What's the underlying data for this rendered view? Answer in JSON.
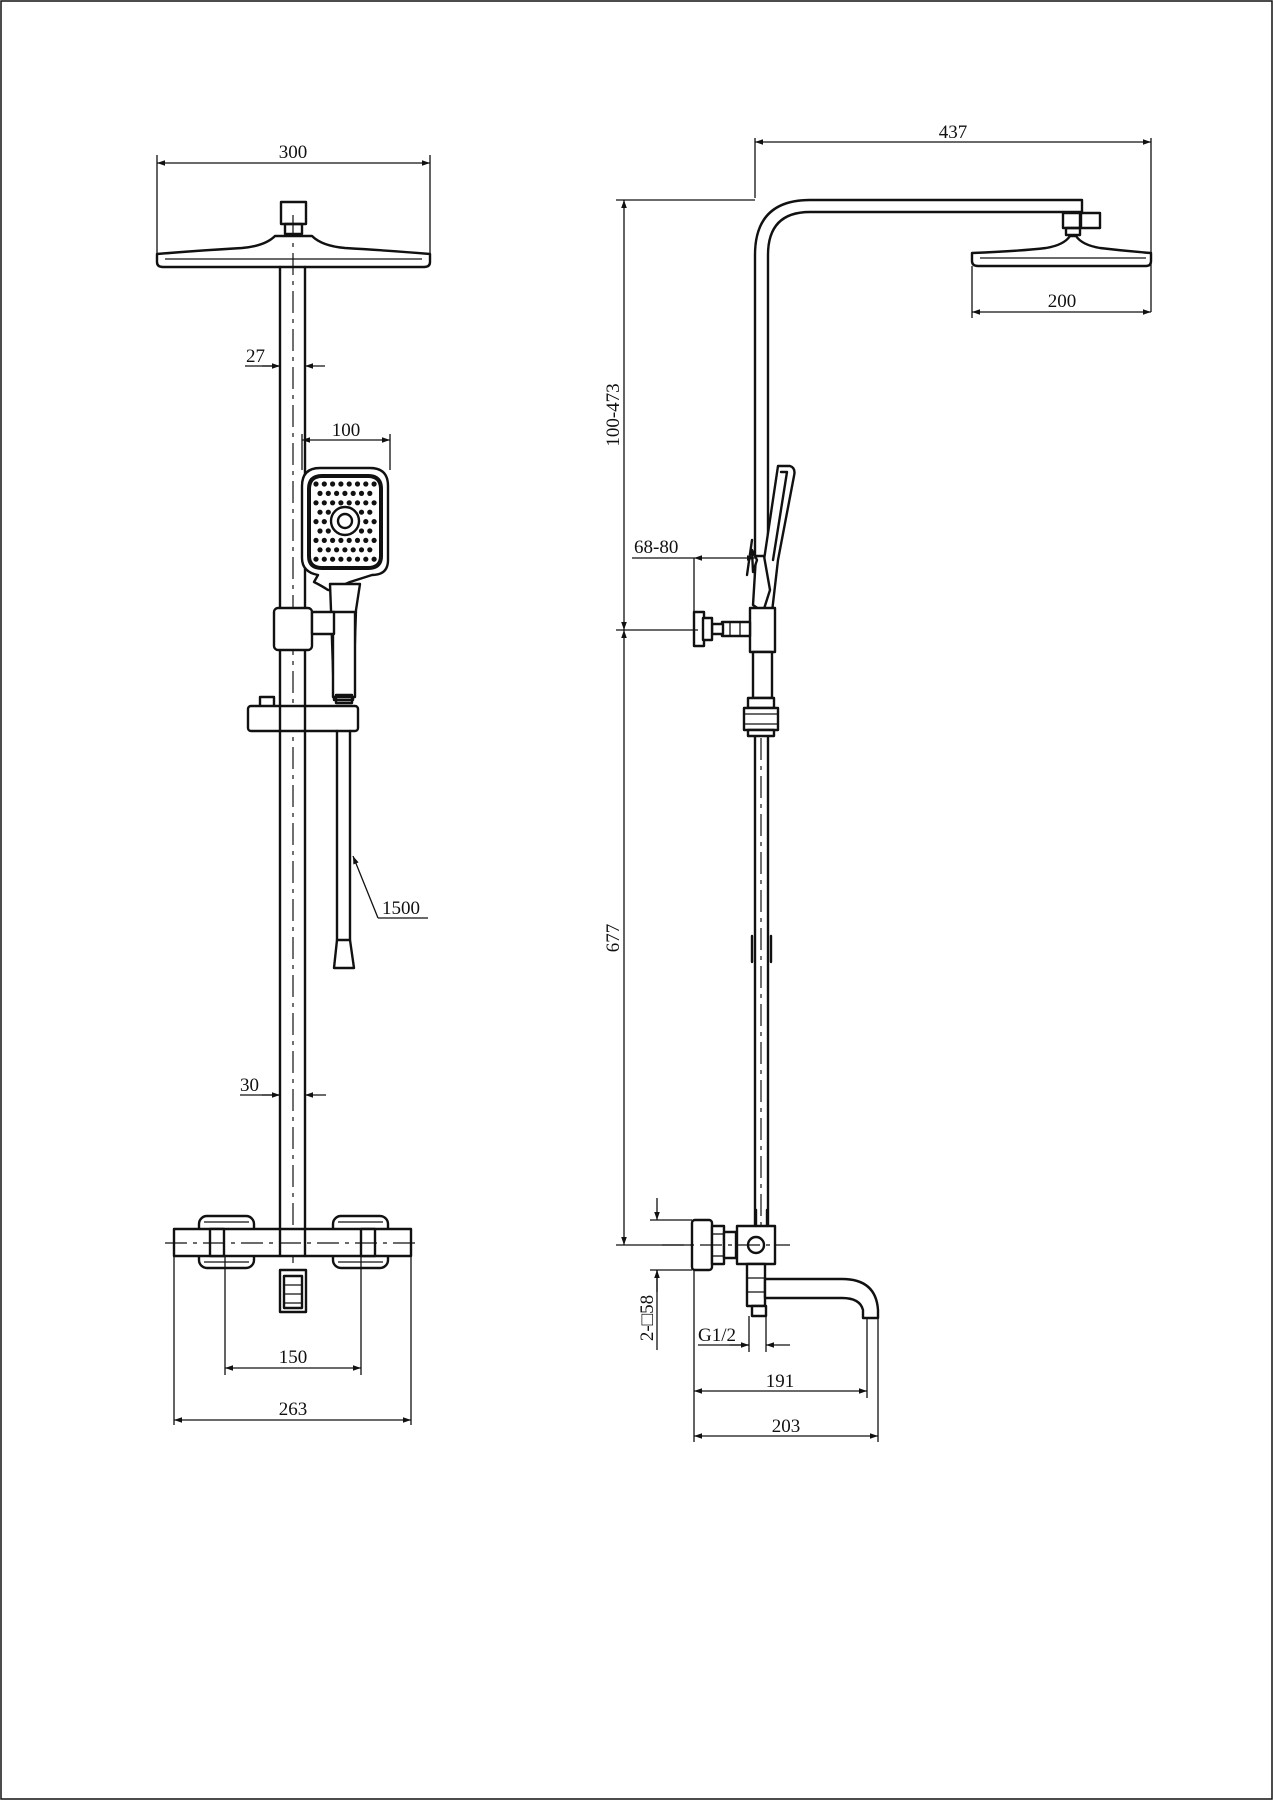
{
  "drawing": {
    "front_view": {
      "overhead_width": "300",
      "pipe_diameter_upper": "27",
      "hand_shower_width": "100",
      "hose_length": "1500",
      "pipe_diameter_lower": "30",
      "center_distance": "150",
      "mixer_width": "263"
    },
    "side_view": {
      "arm_reach": "437",
      "head_diameter": "200",
      "height_adjust": "100-473",
      "holder_offset": "68-80",
      "rail_height": "677",
      "wall_mount": "2-□58",
      "inlet_thread": "G1/2",
      "spout_reach": "191",
      "overall_depth": "203"
    }
  }
}
